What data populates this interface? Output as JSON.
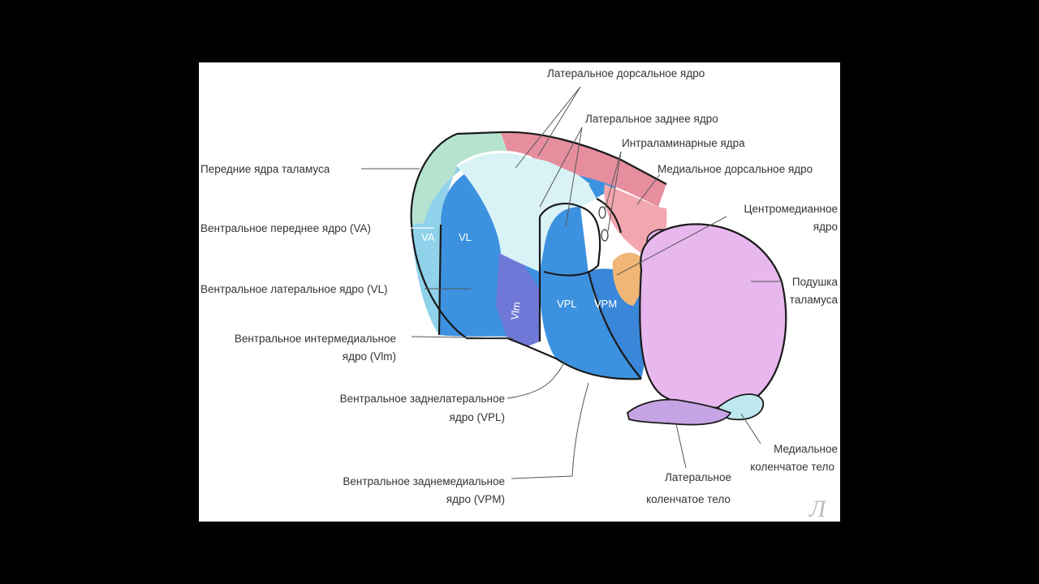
{
  "labels": {
    "lateral_dorsal": "Латеральное дорсальное ядро",
    "lateral_posterior": "Латеральное заднее ядро",
    "intralaminar": "Интраламинарные ядра",
    "medial_dorsal": "Медиальное дорсальное ядро",
    "centromedian_1": "Центромедианное",
    "centromedian_2": "ядро",
    "anterior": "Передние ядра таламуса",
    "va": "Вентральное переднее ядро (VA)",
    "vl": "Вентральное латеральное ядро (VL)",
    "vim_1": "Вентральное интермедиальное",
    "vim_2": "ядро (Vlm)",
    "vpl_1": "Вентральное заднелатеральное",
    "vpl_2": "ядро (VPL)",
    "vpm_1": "Вентральное заднемедиальное",
    "vpm_2": "ядро (VPM)",
    "pulvinar_1": "Подушка",
    "pulvinar_2": "таламуса",
    "mgb_1": "Медиальное",
    "mgb_2": "коленчатое тело",
    "lgb_1": "Латеральное",
    "lgb_2": "коленчатое тело"
  },
  "region_labels": {
    "va": "VA",
    "vl": "VL",
    "vim": "Vlm",
    "vpl": "VPL",
    "vpm": "VPM"
  },
  "watermark": "Л",
  "colors": {
    "background": "#000000",
    "panel": "#ffffff",
    "anterior": "#b6e3cf",
    "ventral_blue": "#3d92e0",
    "va": "#8fd2ea",
    "lateral_light": "#d8f2f6",
    "vim": "#6f78d6",
    "vpm": "#3a86d8",
    "dorsal_pink": "#e68e9e",
    "medial_dorsal": "#f2a6ae",
    "centromedian": "#f0b676",
    "pulvinar": "#e7b7ee",
    "lgb": "#c4a4e4",
    "mgb": "#bfe7ef"
  }
}
